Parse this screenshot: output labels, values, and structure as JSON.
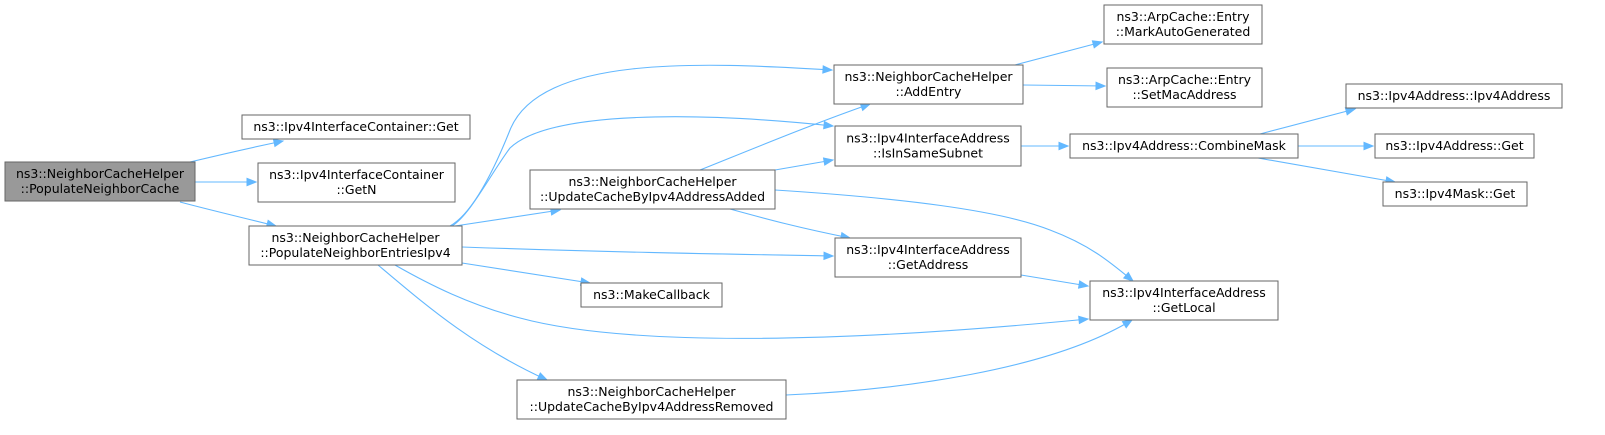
{
  "colors": {
    "edge": "#63b8ff",
    "node_border": "#666666",
    "root_fill": "#999999",
    "node_fill": "#ffffff"
  },
  "nodes": [
    {
      "id": "populateNeighborCache",
      "lines": [
        "ns3::NeighborCacheHelper",
        "::PopulateNeighborCache"
      ],
      "root": true
    },
    {
      "id": "ifcGet",
      "lines": [
        "ns3::Ipv4InterfaceContainer::Get"
      ]
    },
    {
      "id": "ifcGetN",
      "lines": [
        "ns3::Ipv4InterfaceContainer",
        "::GetN"
      ]
    },
    {
      "id": "populateEntries",
      "lines": [
        "ns3::NeighborCacheHelper",
        "::PopulateNeighborEntriesIpv4"
      ]
    },
    {
      "id": "updateAdded",
      "lines": [
        "ns3::NeighborCacheHelper",
        "::UpdateCacheByIpv4AddressAdded"
      ]
    },
    {
      "id": "makeCallback",
      "lines": [
        "ns3::MakeCallback"
      ]
    },
    {
      "id": "updateRemoved",
      "lines": [
        "ns3::NeighborCacheHelper",
        "::UpdateCacheByIpv4AddressRemoved"
      ]
    },
    {
      "id": "addEntry",
      "lines": [
        "ns3::NeighborCacheHelper",
        "::AddEntry"
      ]
    },
    {
      "id": "isInSameSubnet",
      "lines": [
        "ns3::Ipv4InterfaceAddress",
        "::IsInSameSubnet"
      ]
    },
    {
      "id": "getAddress",
      "lines": [
        "ns3::Ipv4InterfaceAddress",
        "::GetAddress"
      ]
    },
    {
      "id": "markAuto",
      "lines": [
        "ns3::ArpCache::Entry",
        "::MarkAutoGenerated"
      ]
    },
    {
      "id": "setMac",
      "lines": [
        "ns3::ArpCache::Entry",
        "::SetMacAddress"
      ]
    },
    {
      "id": "combineMask",
      "lines": [
        "ns3::Ipv4Address::CombineMask"
      ]
    },
    {
      "id": "getLocal",
      "lines": [
        "ns3::Ipv4InterfaceAddress",
        "::GetLocal"
      ]
    },
    {
      "id": "ipv4Ctor",
      "lines": [
        "ns3::Ipv4Address::Ipv4Address"
      ]
    },
    {
      "id": "ipv4Get",
      "lines": [
        "ns3::Ipv4Address::Get"
      ]
    },
    {
      "id": "maskGet",
      "lines": [
        "ns3::Ipv4Mask::Get"
      ]
    }
  ],
  "edges": [
    {
      "from": "populateNeighborCache",
      "to": "ifcGet"
    },
    {
      "from": "populateNeighborCache",
      "to": "ifcGetN"
    },
    {
      "from": "populateNeighborCache",
      "to": "populateEntries"
    },
    {
      "from": "populateEntries",
      "to": "addEntry"
    },
    {
      "from": "populateEntries",
      "to": "isInSameSubnet"
    },
    {
      "from": "populateEntries",
      "to": "updateAdded"
    },
    {
      "from": "populateEntries",
      "to": "getAddress"
    },
    {
      "from": "populateEntries",
      "to": "makeCallback"
    },
    {
      "from": "populateEntries",
      "to": "getLocal"
    },
    {
      "from": "populateEntries",
      "to": "updateRemoved"
    },
    {
      "from": "updateAdded",
      "to": "addEntry"
    },
    {
      "from": "updateAdded",
      "to": "isInSameSubnet"
    },
    {
      "from": "updateAdded",
      "to": "getAddress"
    },
    {
      "from": "updateAdded",
      "to": "getLocal"
    },
    {
      "from": "updateRemoved",
      "to": "getLocal"
    },
    {
      "from": "getAddress",
      "to": "getLocal"
    },
    {
      "from": "addEntry",
      "to": "markAuto"
    },
    {
      "from": "addEntry",
      "to": "setMac"
    },
    {
      "from": "isInSameSubnet",
      "to": "combineMask"
    },
    {
      "from": "combineMask",
      "to": "ipv4Ctor"
    },
    {
      "from": "combineMask",
      "to": "ipv4Get"
    },
    {
      "from": "combineMask",
      "to": "maskGet"
    }
  ]
}
